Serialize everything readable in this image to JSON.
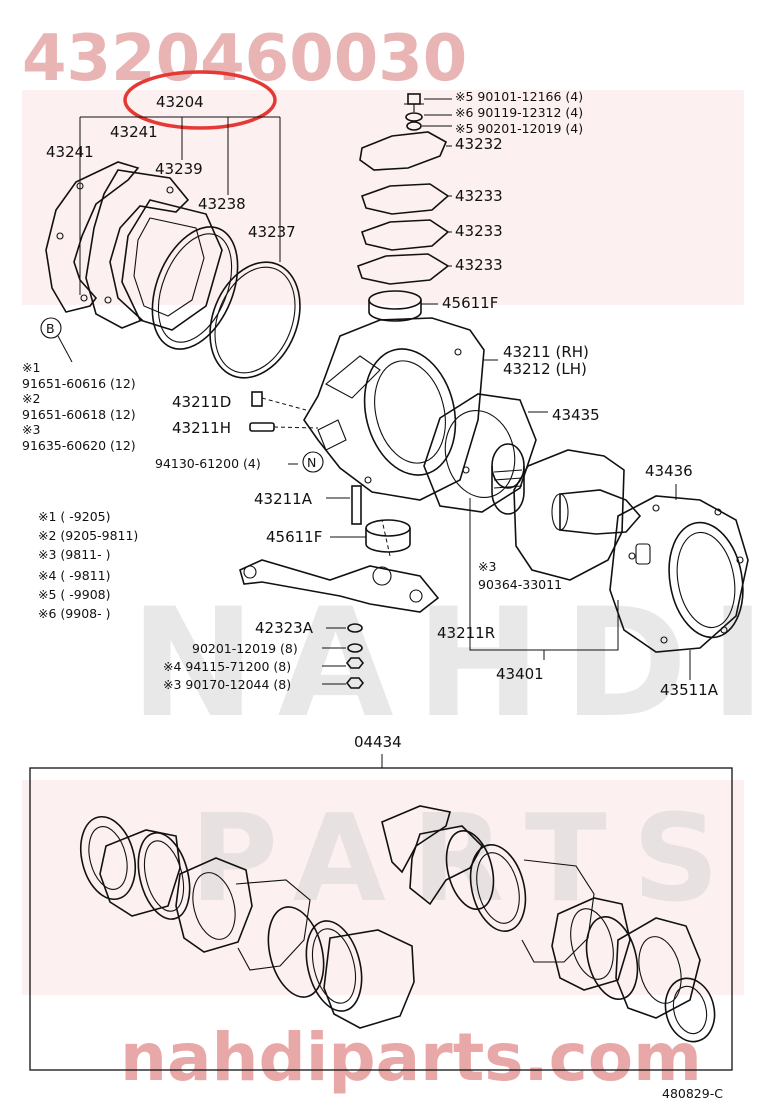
{
  "watermark": {
    "part_number": "4320460030",
    "brand": "NAHDI",
    "brand_sub": "PARTS",
    "url": "nahdiparts.com",
    "brand_color": "#d32f2f"
  },
  "highlight": {
    "label": "43204",
    "color": "#e53935"
  },
  "labels": {
    "l43241a": "43241",
    "l43241b": "43241",
    "l43239": "43239",
    "l43238": "43238",
    "l43237": "43237",
    "circleB": "B",
    "note1": "※1",
    "p91651_60616": "91651-60616 (12)",
    "note2": "※2",
    "p91651_60618": "91651-60618 (12)",
    "note3": "※3",
    "p91635_60620": "91635-60620 (12)",
    "bolt5a": "※5 90101-12166 (4)",
    "bolt6": "※6 90119-12312 (4)",
    "bolt5b": "※5 90201-12019 (4)",
    "l43232": "43232",
    "l43233a": "43233",
    "l43233b": "43233",
    "l43233c": "43233",
    "l45611f_top": "45611F",
    "l43211": "43211 (RH)",
    "l43212": "43212 (LH)",
    "l43435": "43435",
    "l43211d": "43211D",
    "l43211h": "43211H",
    "p94130": "94130-61200 (4)",
    "circleN": "N",
    "l43211a": "43211A",
    "l45611f_mid": "45611F",
    "l43436": "43436",
    "note3b": "※3",
    "p90364": "90364-33011",
    "l42323a": "42323A",
    "p90201": "90201-12019 (8)",
    "p94115": "※4 94115-71200 (8)",
    "p90170": "※3 90170-12044 (8)",
    "l43211r": "43211R",
    "l43401": "43401",
    "l43511a": "43511A",
    "l04434": "04434",
    "diagram_code": "480829-C"
  },
  "date_codes": [
    {
      "mark": "※1",
      "range": "(      -9205)"
    },
    {
      "mark": "※2",
      "range": "(9205-9811)"
    },
    {
      "mark": "※3",
      "range": "(9811-      )"
    },
    {
      "mark": "※4",
      "range": "(      -9811)"
    },
    {
      "mark": "※5",
      "range": "(      -9908)"
    },
    {
      "mark": "※6",
      "range": "(9908-      )"
    }
  ]
}
